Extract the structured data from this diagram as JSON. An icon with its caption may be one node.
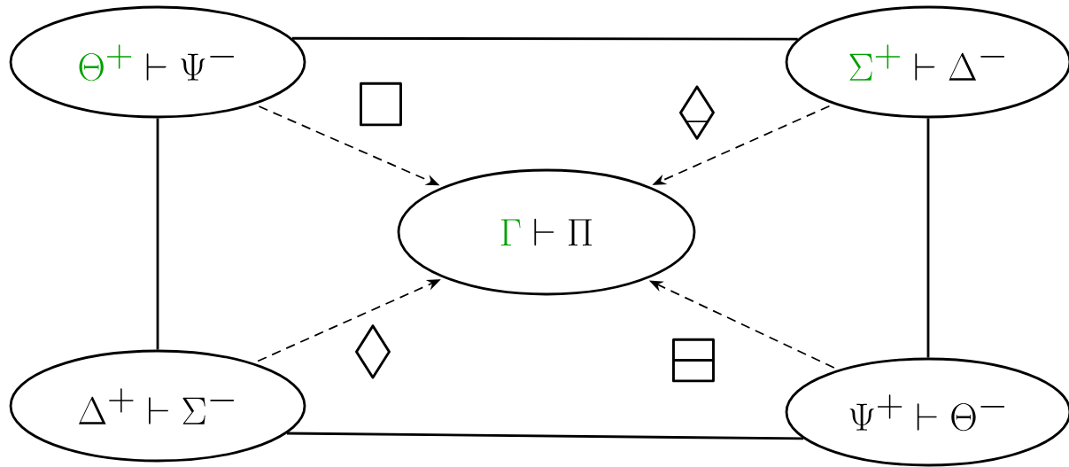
{
  "diagram": {
    "nodes": [
      {
        "text": [
          "\\Theta^+",
          "\\vdash \\Psi^-"
        ]
      },
      {
        "text": [
          "\\Sigma^+",
          "\\vdash \\Delta^-"
        ]
      },
      {
        "text": [
          "\\Gamma",
          "\\vdash \\Pi"
        ]
      },
      {
        "text": [
          "\\Delta^+ \\vdash \\Sigma^-"
        ]
      },
      {
        "text": [
          "\\Psi^+ \\vdash \\Theta^-"
        ]
      }
    ],
    "edges": [
      {
        "from": 0,
        "to": 1,
        "arrow": "none"
      },
      {
        "from": 0,
        "to": 3,
        "arrow": "none"
      },
      {
        "from": 1,
        "to": 4,
        "arrow": "none"
      },
      {
        "from": 3,
        "to": 4,
        "arrow": "none"
      },
      {
        "from": 0,
        "to": 2,
        "arrow": "to",
        "style": "dashed",
        "label": "\\Box"
      },
      {
        "from": 1,
        "to": 2,
        "arrow": "to",
        "style": "dashed",
        "label": "\\ooalign{$\\Diamond$\\cr\\hfil$-$\\hfil\\cr}"
      },
      {
        "from": 3,
        "to": 2,
        "arrow": "to",
        "style": "dashed",
        "label": "\\Diamond"
      },
      {
        "from": 4,
        "to": 2,
        "arrow": "to",
        "style": "dashed",
        "label": "\\boxminus"
      }
    ]
  }
}
